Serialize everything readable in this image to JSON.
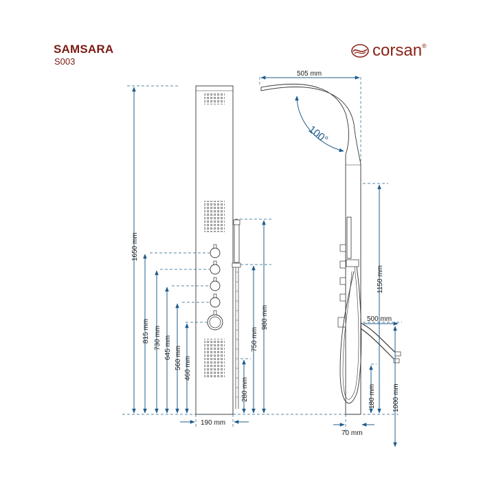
{
  "header": {
    "title": "SAMSARA",
    "model_code": "S003",
    "brand": "corsan",
    "brand_mark": "®",
    "brand_logo_icon": "corsan-swirl-logo-icon"
  },
  "colors": {
    "title": "#7a1a12",
    "dimension_line": "#1f5c8a",
    "outline": "#333333"
  },
  "front_view": {
    "overall_height": "1650 mm",
    "width": "190 mm",
    "heights": [
      "815 mm",
      "730 mm",
      "645 mm",
      "560 mm",
      "460 mm"
    ],
    "hand_shower_holder_height": "980 mm",
    "hand_shower_height": "750 mm",
    "hose_connection_height": "280 mm"
  },
  "side_view": {
    "reach": "505 mm",
    "arm_angle": "100°",
    "head_height": "1150 mm",
    "hose_length": "500 mm",
    "depth": "70 mm",
    "inlet_height": "180 mm",
    "inlet_hose_drop": "1000 mm"
  }
}
